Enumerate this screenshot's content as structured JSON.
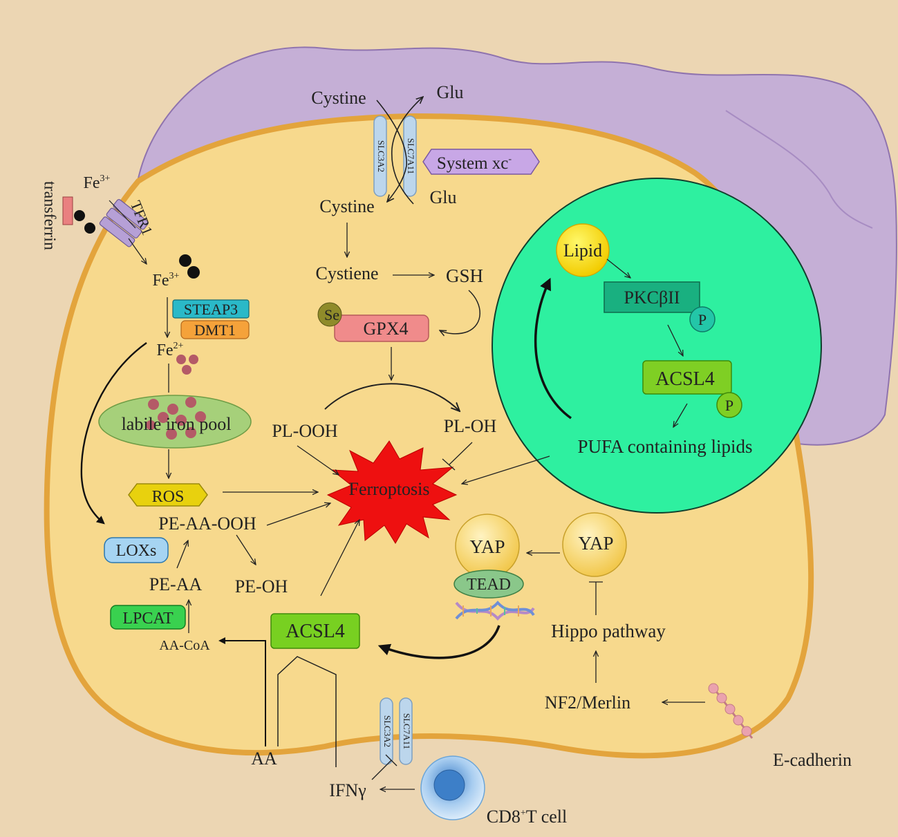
{
  "colors": {
    "background": "#ecd6b3",
    "neighbor_cell": "#c5afd6",
    "cell_fill": "#f7d98d",
    "cell_membrane": "#e3a43c",
    "green_compartment": "#2ef0a0",
    "ferroptosis_star": "#ee1010"
  },
  "system_xc": {
    "cystine_out": "Cystine",
    "glu_out": "Glu",
    "slc3a2": "SLC3A2",
    "slc7a11": "SLC7A11",
    "system_label": "System xc",
    "system_sup": "-",
    "glu_in": "Glu",
    "cystine_in": "Cystine"
  },
  "gsh_axis": {
    "cystiene": "Cystiene",
    "gsh": "GSH",
    "se": "Se",
    "gpx4": "GPX4",
    "pl_ooh": "PL-OOH",
    "pl_oh": "PL-OH"
  },
  "iron": {
    "transferrin": "transferrin",
    "fe3_out": "Fe",
    "fe3_out_sup": "3+",
    "tfr1": "TFR1",
    "fe3_in": "Fe",
    "fe3_in_sup": "3+",
    "steap3": "STEAP3",
    "dmt1": "DMT1",
    "fe2": "Fe",
    "fe2_sup": "2+",
    "labile_pool": "labile iron pool",
    "ros": "ROS"
  },
  "lipid": {
    "pe_aa_ooh": "PE-AA-OOH",
    "loxs": "LOXs",
    "pe_oh": "PE-OH",
    "pe_aa": "PE-AA",
    "lpcat": "LPCAT",
    "aa_coa": "AA-CoA",
    "acsl4": "ACSL4",
    "aa": "AA"
  },
  "center": {
    "ferroptosis": "Ferroptosis"
  },
  "compartment": {
    "lipid": "Lipid",
    "pkc": "PKCβII",
    "p1": "P",
    "acsl4": "ACSL4",
    "p2": "P",
    "pufa": "PUFA containing lipids"
  },
  "hippo": {
    "yap_nuclear": "YAP",
    "tead": "TEAD",
    "yap_cyto": "YAP",
    "hippo_pathway": "Hippo pathway",
    "nf2": "NF2/Merlin",
    "ecadherin": "E-cadherin"
  },
  "immune": {
    "slc3a2": "SLC3A2",
    "slc7a11": "SLC7A11",
    "ifng": "IFNγ",
    "cd8_prefix": "CD8",
    "cd8_sup": "+",
    "cd8_suffix": "T cell"
  }
}
